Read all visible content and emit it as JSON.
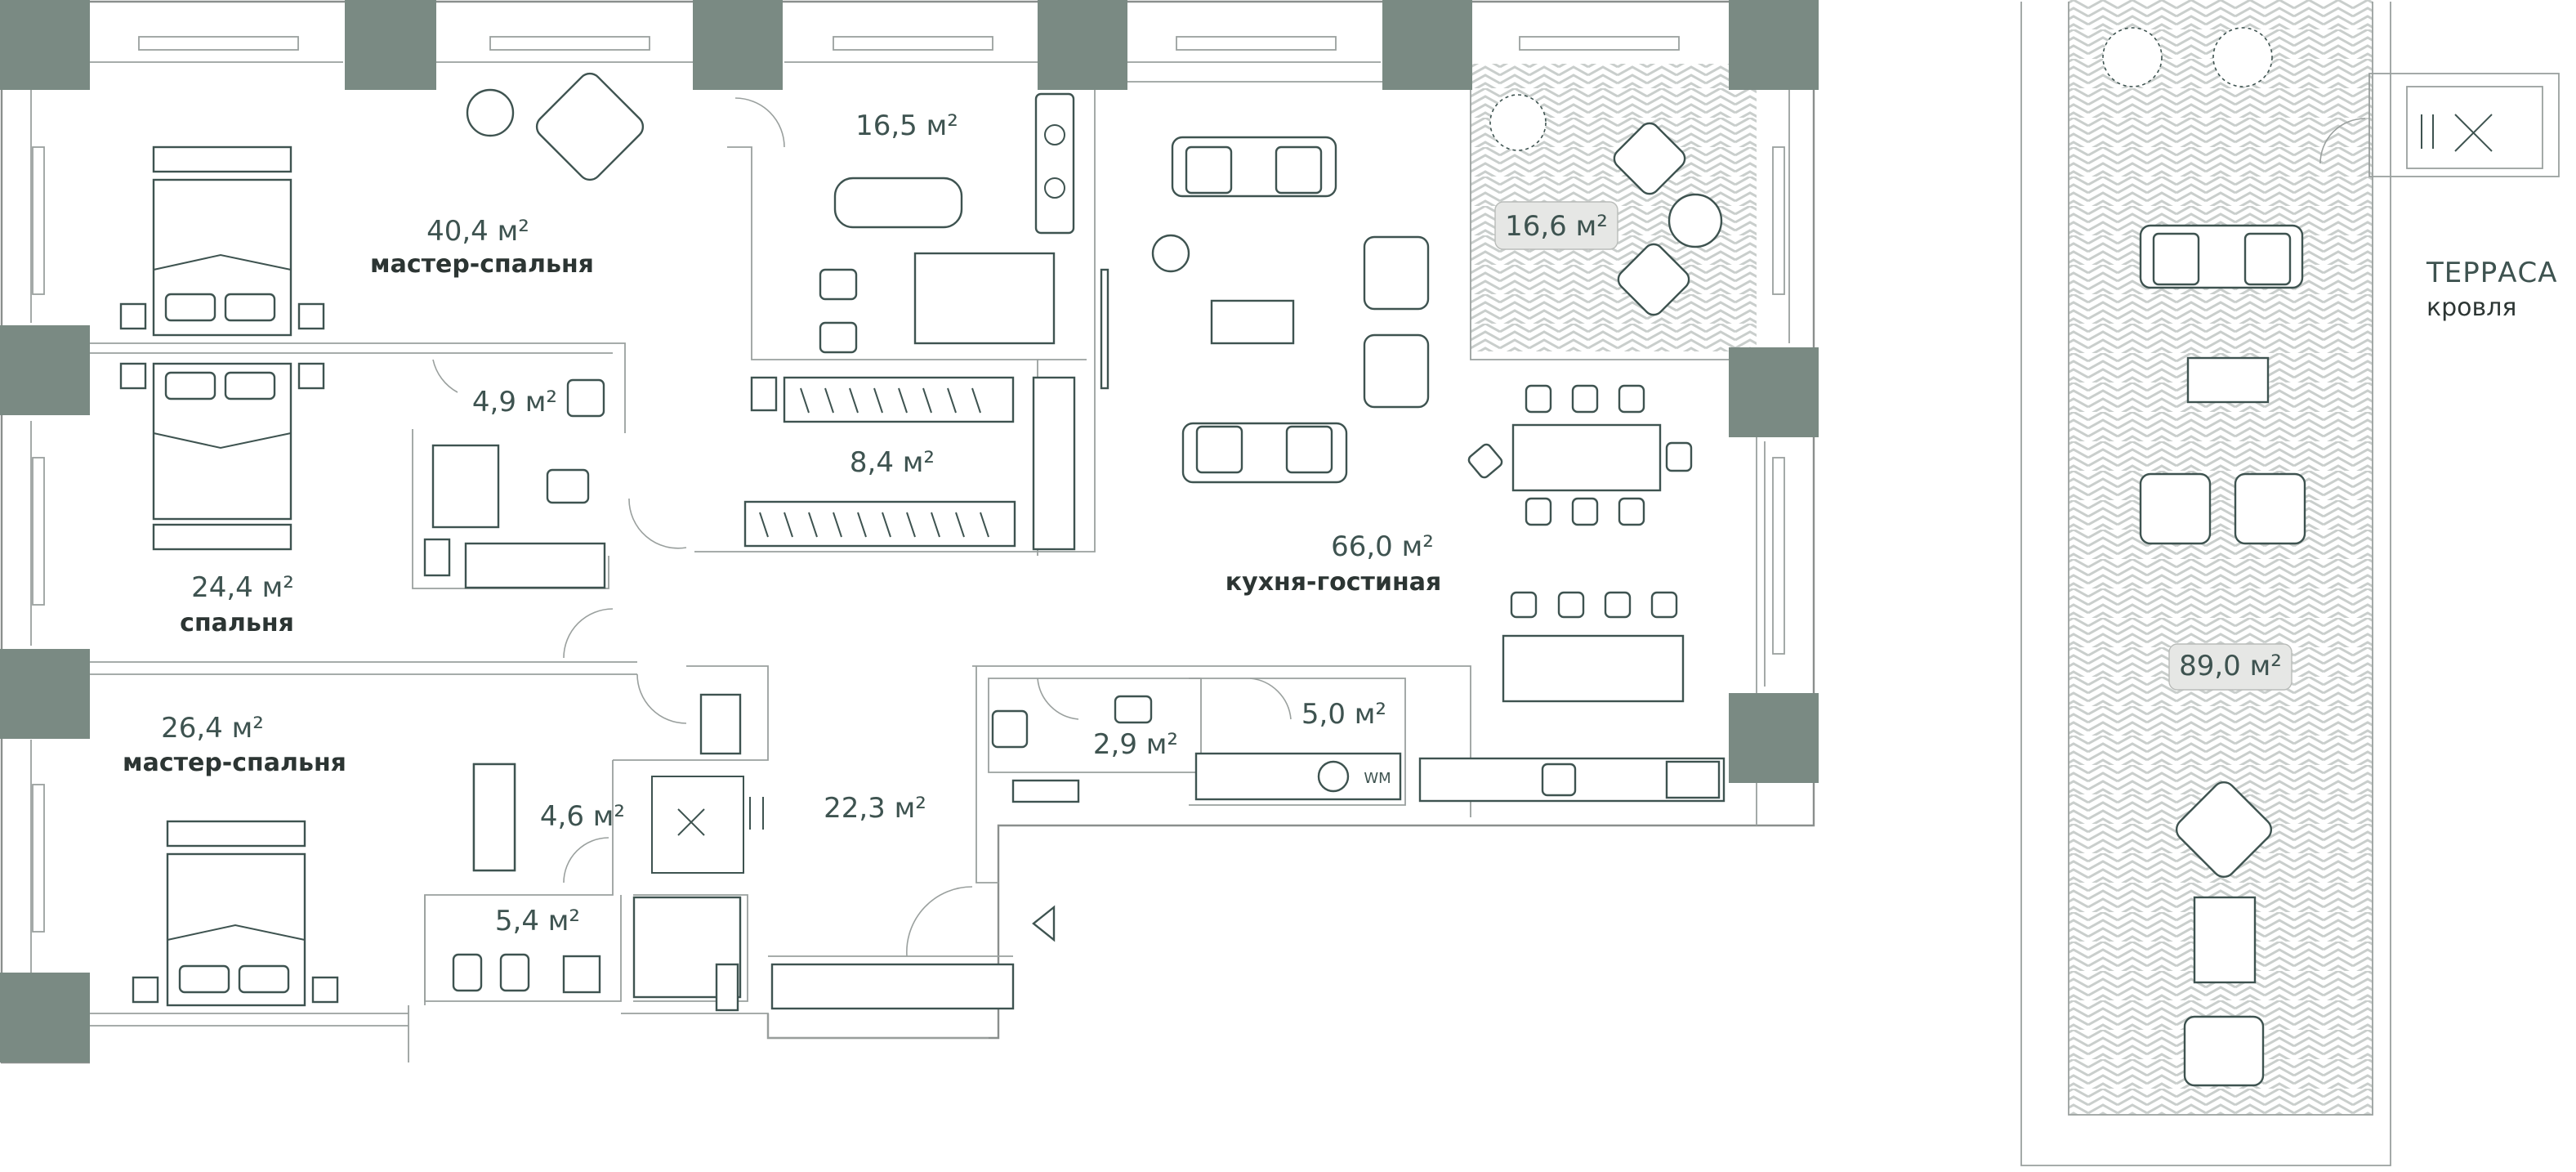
{
  "rooms": [
    {
      "id": "master1",
      "area": "40,4 м²",
      "name": "мастер-спальня"
    },
    {
      "id": "bath1",
      "area": "16,5 м²",
      "name": ""
    },
    {
      "id": "balcony",
      "area": "16,6 м²",
      "name": ""
    },
    {
      "id": "wc1",
      "area": "4,9 м²",
      "name": ""
    },
    {
      "id": "dressing1",
      "area": "8,4 м²",
      "name": ""
    },
    {
      "id": "bedroom",
      "area": "24,4 м²",
      "name": "спальня"
    },
    {
      "id": "living",
      "area": "66,0 м²",
      "name": "кухня-гостиная"
    },
    {
      "id": "master2",
      "area": "26,4 м²",
      "name": "мастер-спальня"
    },
    {
      "id": "dressing2",
      "area": "4,6 м²",
      "name": ""
    },
    {
      "id": "hall",
      "area": "22,3 м²",
      "name": ""
    },
    {
      "id": "wc2",
      "area": "2,9 м²",
      "name": ""
    },
    {
      "id": "laundry",
      "area": "5,0 м²",
      "name": ""
    },
    {
      "id": "bath2",
      "area": "5,4 м²",
      "name": ""
    },
    {
      "id": "terrace",
      "area": "89,0 м²",
      "name": ""
    }
  ],
  "terrace": {
    "title": "ТЕРРАСА",
    "subtitle": "кровля"
  },
  "appliance": {
    "washer": "WM"
  },
  "icons": [
    "entrance-arrow-icon",
    "elevator-shaft-icon",
    "plant-icon"
  ],
  "colors": {
    "columns": "#7a8a83",
    "furniture": "#3e5350",
    "pattern": "#cfd3d1"
  }
}
